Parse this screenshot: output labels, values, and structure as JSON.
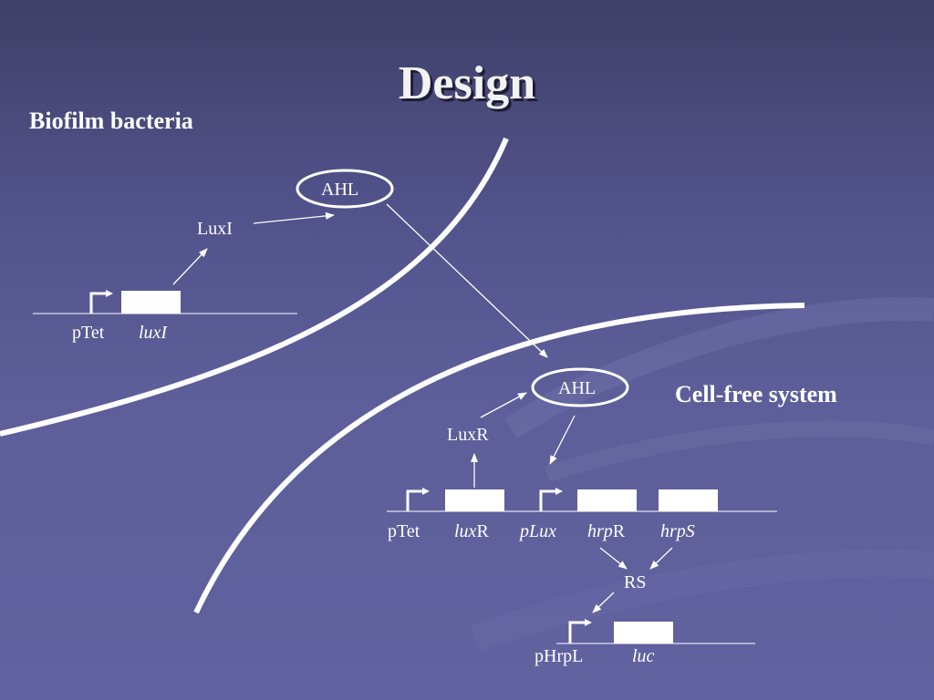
{
  "title": "Design",
  "biofilm_heading": "Biofilm bacteria",
  "cellfree_heading": "Cell-free system",
  "labels": {
    "ahl_top": "AHL",
    "luxI_protein": "LuxI",
    "ptet_left": "pTet",
    "luxI_gene": "luxI",
    "ahl_bottom": "AHL",
    "luxR_protein": "LuxR",
    "ptet_right": "pTet",
    "luxR_gene_italic": "lux",
    "luxR_gene_suffix": "R",
    "plux": "pLux",
    "hrpR_gene_italic": "hrp",
    "hrpR_gene_suffix": "R",
    "hrpS_gene_italic": "hrpS",
    "rs": "RS",
    "phrpl": "pHrpL",
    "luc": "luc"
  },
  "colors": {
    "background_top": "#3f3f67",
    "background_bottom": "#6262a0",
    "foreground": "#ffffff"
  }
}
